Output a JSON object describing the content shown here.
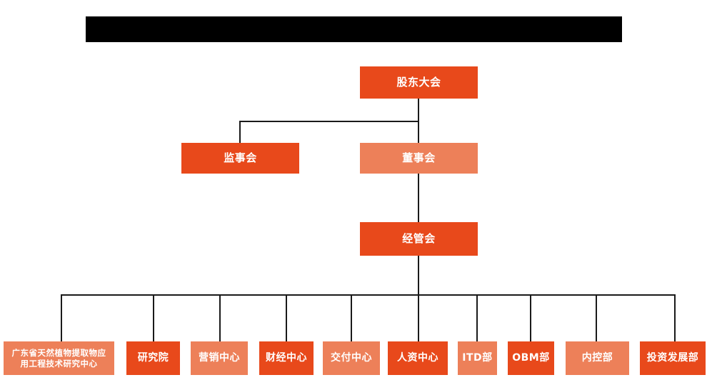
{
  "title_bar": {
    "redacted": true,
    "label": ""
  },
  "colors": {
    "primary": "#E8491B",
    "secondary": "#ED8059",
    "line": "#1a1a1a",
    "text": "#ffffff",
    "background": "#ffffff",
    "redaction": "#000000"
  },
  "chart_data": {
    "type": "diagram",
    "diagram_kind": "organization-chart",
    "title": "",
    "nodes": [
      {
        "id": "shareholders",
        "label": "股东大会",
        "tier": 1,
        "color": "primary"
      },
      {
        "id": "supervisors",
        "label": "监事会",
        "tier": 2,
        "color": "primary"
      },
      {
        "id": "board",
        "label": "董事会",
        "tier": 2,
        "color": "secondary"
      },
      {
        "id": "management",
        "label": "经管会",
        "tier": 3,
        "color": "primary"
      },
      {
        "id": "research-center",
        "label": "广东省天然植物提取物应用工程技术研究中心",
        "tier": 4,
        "color": "secondary"
      },
      {
        "id": "institute",
        "label": "研究院",
        "tier": 4,
        "color": "primary"
      },
      {
        "id": "marketing",
        "label": "营销中心",
        "tier": 4,
        "color": "secondary"
      },
      {
        "id": "finance",
        "label": "财经中心",
        "tier": 4,
        "color": "primary"
      },
      {
        "id": "delivery",
        "label": "交付中心",
        "tier": 4,
        "color": "secondary"
      },
      {
        "id": "hr",
        "label": "人资中心",
        "tier": 4,
        "color": "primary"
      },
      {
        "id": "itd",
        "label": "ITD部",
        "tier": 4,
        "color": "secondary"
      },
      {
        "id": "obm",
        "label": "OBM部",
        "tier": 4,
        "color": "primary"
      },
      {
        "id": "internal-control",
        "label": "内控部",
        "tier": 4,
        "color": "secondary"
      },
      {
        "id": "investment",
        "label": "投资发展部",
        "tier": 4,
        "color": "primary"
      }
    ],
    "edges": [
      {
        "from": "shareholders",
        "to": "supervisors"
      },
      {
        "from": "shareholders",
        "to": "board"
      },
      {
        "from": "board",
        "to": "management"
      },
      {
        "from": "management",
        "to": "research-center"
      },
      {
        "from": "management",
        "to": "institute"
      },
      {
        "from": "management",
        "to": "marketing"
      },
      {
        "from": "management",
        "to": "finance"
      },
      {
        "from": "management",
        "to": "delivery"
      },
      {
        "from": "management",
        "to": "hr"
      },
      {
        "from": "management",
        "to": "itd"
      },
      {
        "from": "management",
        "to": "obm"
      },
      {
        "from": "management",
        "to": "internal-control"
      },
      {
        "from": "management",
        "to": "investment"
      }
    ]
  },
  "nodes": {
    "shareholders": {
      "label": "股东大会"
    },
    "supervisors": {
      "label": "监事会"
    },
    "board": {
      "label": "董事会"
    },
    "management": {
      "label": "经管会"
    },
    "research_center_line1": {
      "label": "广东省天然植物提取物应"
    },
    "research_center_line2": {
      "label": "用工程技术研究中心"
    },
    "institute": {
      "label": "研究院"
    },
    "marketing": {
      "label": "营销中心"
    },
    "finance": {
      "label": "财经中心"
    },
    "delivery": {
      "label": "交付中心"
    },
    "hr": {
      "label": "人资中心"
    },
    "itd": {
      "label": "ITD部"
    },
    "obm": {
      "label": "OBM部"
    },
    "internal_control": {
      "label": "内控部"
    },
    "investment": {
      "label": "投资发展部"
    }
  }
}
